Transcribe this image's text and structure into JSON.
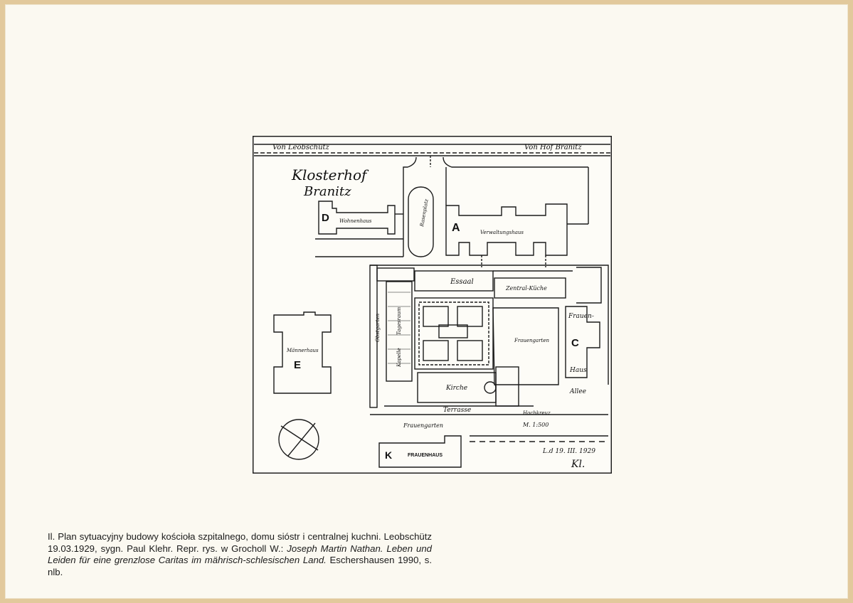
{
  "plan": {
    "road_left": "Von Leobschütz",
    "road_right": "Von Hof Branitz",
    "title_line1": "Klosterhof",
    "title_line2": "Branitz",
    "building_labels": {
      "D": "D",
      "A": "A",
      "E": "E",
      "C": "C",
      "K": "K"
    },
    "annotations": {
      "d_name": "Wohnenhaus",
      "a_name": "Verwaltungshaus",
      "oval": "Rasenplatz",
      "essaal": "Essaal",
      "zentral_kuche": "Zentral-Küche",
      "frauen": "Frauen-",
      "haus": "Haus",
      "frauengarten": "Frauengarten",
      "allee": "Allee",
      "kirche": "Kirche",
      "terrasse": "Terrasse",
      "hochkreuz": "Hochkreuz",
      "scale": "M. 1:500",
      "frauengarten2": "Frauengarten",
      "frauenhaus": "FRAUENHAUS",
      "e_name": "Männerhaus",
      "obstgarten": "Obstgarten",
      "tagesraum": "Tagesraum",
      "kapelle": "Kapelle",
      "date": "L.d 19. III. 1929",
      "signature": "Kl."
    }
  },
  "caption": {
    "line1": "Il. Plan sytuacyjny budowy kościoła szpitalnego, domu sióstr i centralnej kuchni. Leobschütz 19.03.1929, sygn. Paul Klehr. Repr. rys. w Grocholl W.:",
    "italic": "Joseph Martin Nathan. Leben und Leiden für eine grenzlose Caritas im mährisch-schlesischen Land.",
    "tail": " Eschershausen 1990, s. nlb."
  }
}
